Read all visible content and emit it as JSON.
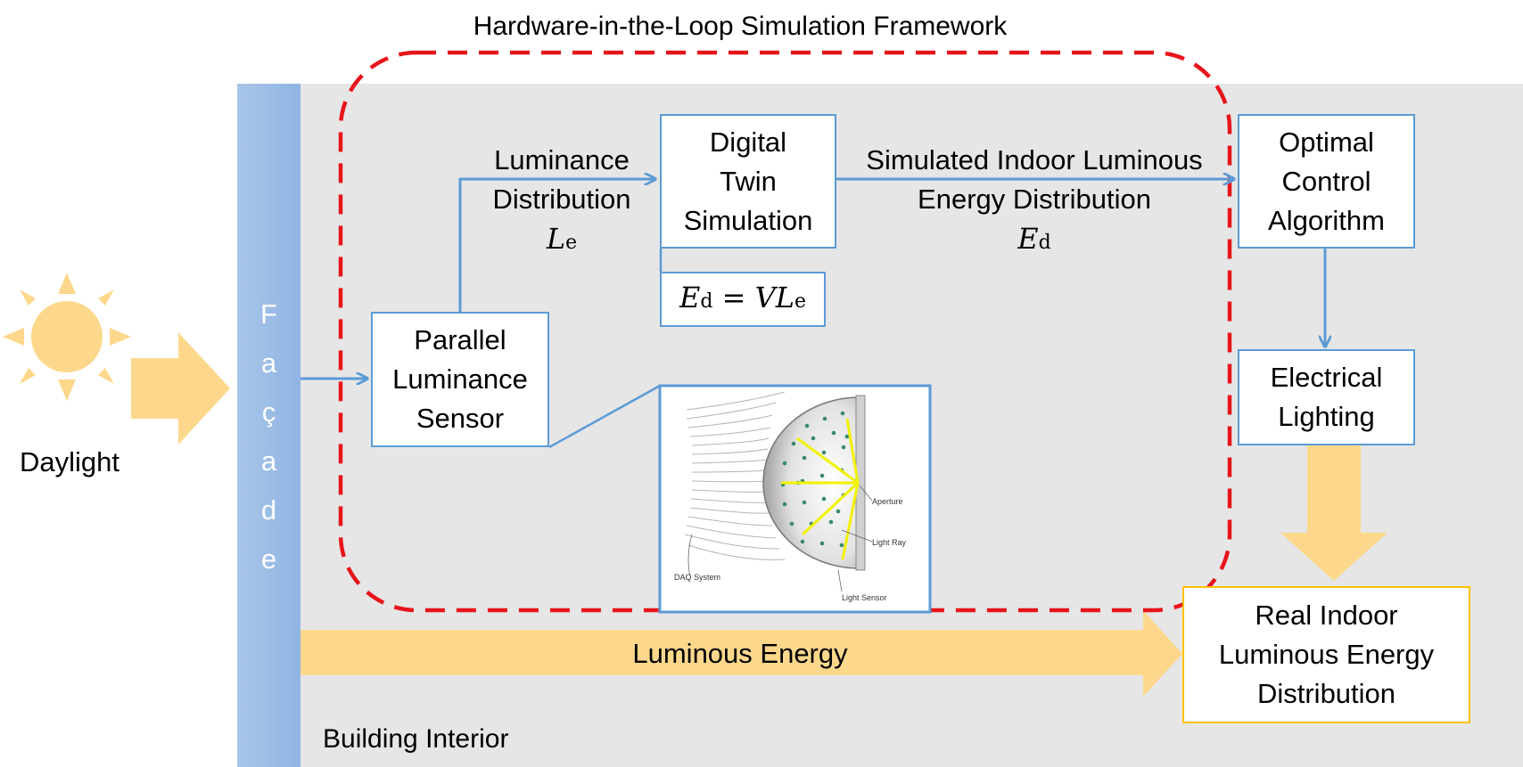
{
  "framework_title": "Hardware-in-the-Loop Simulation Framework",
  "daylight_label": "Daylight",
  "facade_letters": [
    "F",
    "a",
    "ç",
    "a",
    "d",
    "e"
  ],
  "building_interior_label": "Building Interior",
  "boxes": {
    "parallel_sensor": [
      "Parallel",
      "Luminance",
      "Sensor"
    ],
    "digital_twin": [
      "Digital",
      "Twin",
      "Simulation"
    ],
    "optimal_control": [
      "Optimal",
      "Control",
      "Algorithm"
    ],
    "electrical_lighting": [
      "Electrical",
      "Lighting"
    ],
    "real_indoor": [
      "Real Indoor",
      "Luminous Energy",
      "Distribution"
    ]
  },
  "luminance_distribution": {
    "line1": "Luminance",
    "line2": "Distribution",
    "symbol": "L",
    "subscript": "e"
  },
  "simulated_distribution": {
    "line1": "Simulated Indoor Luminous",
    "line2": "Energy Distribution",
    "symbol": "E",
    "subscript": "d"
  },
  "equation": {
    "lhs": "E",
    "lhs_sub": "d",
    "op": "=",
    "rhs_v": "V",
    "rhs_l": "L",
    "rhs_sub": "e"
  },
  "luminous_energy_label": "Luminous Energy",
  "sensor_figure": {
    "aperture": "Aperture",
    "light_ray": "Light Ray",
    "light_sensor": "Light Sensor",
    "daq_system": "DAQ System"
  },
  "colors": {
    "framework_border": "#e8141b",
    "box_border": "#5b9bd5",
    "gold_border": "#ffc000",
    "energy_arrow": "#fdd88c",
    "interior_bg": "#e6e6e6",
    "facade": "#9dbde6",
    "ray_yellow": "#f2f200"
  }
}
